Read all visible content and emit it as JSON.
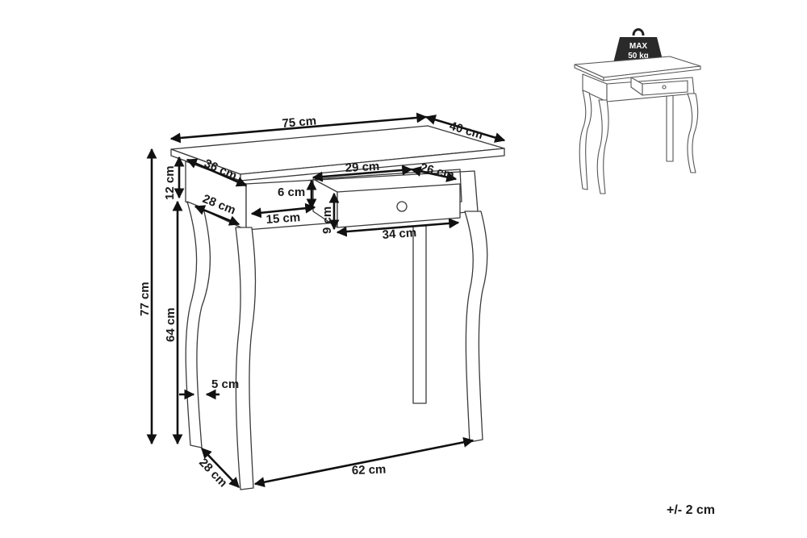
{
  "dimensions": {
    "width": "75 cm",
    "depth": "40 cm",
    "frame_side": "36 cm",
    "drawer_opening": "29 cm",
    "drawer_depth": "26 cm",
    "apron_height": "12 cm",
    "drawer_inner_height": "6 cm",
    "leg_spread_side": "28 cm",
    "drawer_offset": "15 cm",
    "drawer_front_height": "9 cm",
    "drawer_width": "34 cm",
    "total_height": "77 cm",
    "leg_height": "64 cm",
    "leg_thickness": "5 cm",
    "base_depth": "28 cm",
    "base_width": "62 cm"
  },
  "load_badge": {
    "line1": "MAX",
    "line2": "50 kg"
  },
  "tolerance": "+/- 2 cm"
}
